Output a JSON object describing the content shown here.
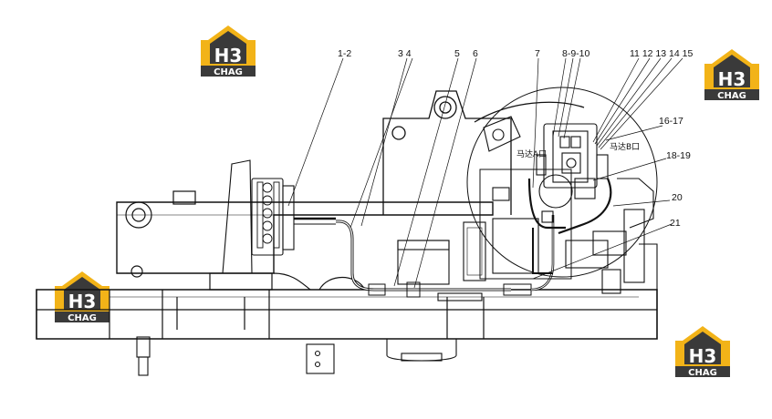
{
  "logo": {
    "mark": "H3",
    "word": "CHAG",
    "colors": {
      "gold": "#f2b318",
      "dark": "#3a3a3a",
      "white": "#ffffff"
    }
  },
  "callouts": [
    "1-2",
    "3 4",
    "5",
    "6",
    "7",
    "8-9-10",
    "11 12 13 14 15",
    "16-17",
    "18-19",
    "20",
    "21"
  ],
  "port_labels": {
    "left": "马达A口",
    "right": "马达B口"
  }
}
